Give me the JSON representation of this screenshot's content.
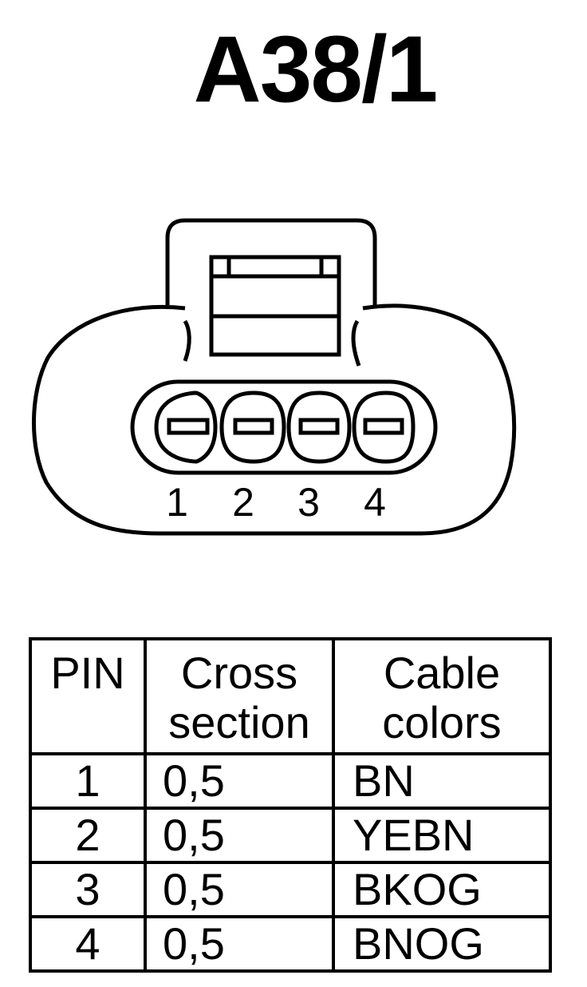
{
  "title": "A38/1",
  "connector": {
    "pin_labels": [
      "1",
      "2",
      "3",
      "4"
    ],
    "icon": "4-pin-connector-face-icon"
  },
  "table": {
    "headers": {
      "pin": "PIN",
      "cross_section": [
        "Cross",
        "section"
      ],
      "cable_colors": [
        "Cable",
        "colors"
      ]
    },
    "rows": [
      {
        "pin": "1",
        "cross_section": "0,5",
        "color": "BN"
      },
      {
        "pin": "2",
        "cross_section": "0,5",
        "color": "YEBN"
      },
      {
        "pin": "3",
        "cross_section": "0,5",
        "color": "BKOG"
      },
      {
        "pin": "4",
        "cross_section": "0,5",
        "color": "BNOG"
      }
    ]
  }
}
